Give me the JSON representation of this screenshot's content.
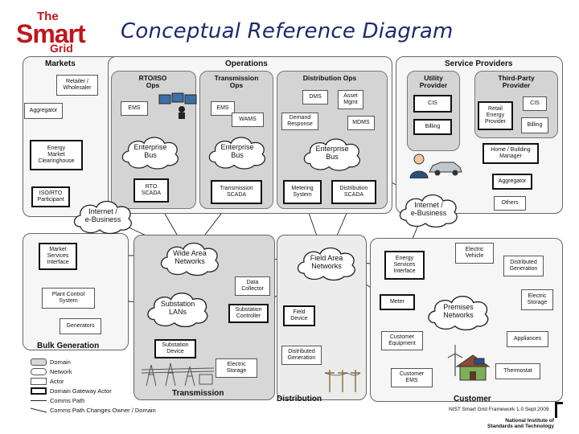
{
  "logo": {
    "the": "The",
    "smart": "Smart",
    "grid": "Grid"
  },
  "title": "Conceptual Reference Diagram",
  "domains": {
    "markets": "Markets",
    "operations": "Operations",
    "service_providers": "Service Providers",
    "bulk_generation": "Bulk Generation",
    "transmission": "Transmission",
    "distribution": "Distribution",
    "customer": "Customer"
  },
  "groups": {
    "rto_iso": "RTO/ISO\nOps",
    "transmission_ops": "Transmission\nOps",
    "distribution_ops": "Distribution Ops",
    "utility_provider": "Utility\nProvider",
    "third_party_provider": "Third-Party\nProvider"
  },
  "actors": {
    "retailer_wholesaler": "Retailer /\nWholesaler",
    "aggregator_markets": "Aggregator",
    "energy_market_clearinghouse": "Energy\nMarket\nClearinghouse",
    "iso_rto_participant": "ISO/RTO\nParticipant",
    "ems_rto": "EMS",
    "ems_transmission": "EMS",
    "wams": "WAMS",
    "dms": "DMS",
    "asset_mgmt": "Asset\nMgmt",
    "demand_response": "Demand\nResponse",
    "mdms": "MDMS",
    "rto_scada": "RTO\nSCADA",
    "transmission_scada": "Transmission\nSCADA",
    "metering_system": "Metering\nSystem",
    "distribution_scada": "Distribution\nSCADA",
    "cis_utility": "CIS",
    "billing_utility": "Billing",
    "retail_energy_provider": "Retail\nEnergy\nProvider",
    "cis_third_party": "CIS",
    "billing_third_party": "Billing",
    "home_building_manager": "Home / Building\nManager",
    "aggregator_sp": "Aggregator",
    "others": "Others",
    "market_services_interface": "Market\nServices\nInterface",
    "plant_control_system": "Plant Control\nSystem",
    "generators": "Generators",
    "data_collector": "Data\nCollector",
    "substation_controller": "Substation\nController",
    "field_device": "Field\nDevice",
    "substation_device": "Substation\nDevice",
    "electric_storage_transmission": "Electric\nStorage",
    "distributed_generation_dist": "Distributed\nGeneration",
    "energy_services_interface": "Energy\nServices\nInterface",
    "meter": "Meter",
    "customer_equipment": "Customer\nEquipment",
    "customer_ems": "Customer\nEMS",
    "electric_vehicle": "Electric\nVehicle",
    "distributed_generation_cust": "Distributed\nGeneration",
    "electric_storage_cust": "Electric\nStorage",
    "appliances": "Appliances",
    "thermostat": "Thermostat"
  },
  "networks": {
    "enterprise_bus_rto": "Enterprise\nBus",
    "enterprise_bus_transmission": "Enterprise\nBus",
    "enterprise_bus_distribution": "Enterprise\nBus",
    "internet_left": "Internet /\ne-Business",
    "internet_right": "Internet /\ne-Business",
    "wide_area_networks": "Wide Area\nNetworks",
    "field_area_networks": "Field Area\nNetworks",
    "substation_lans": "Substation\nLANs",
    "premises_networks": "Premises\nNetworks"
  },
  "legend": {
    "domain": "Domain",
    "network": "Network",
    "actor": "Actor",
    "gateway_actor": "Domain Gateway Actor",
    "comms_path": "Comms Path",
    "comms_path_changes": "Comms Path Changes Owner / Domain"
  },
  "footer": {
    "framework": "NIST Smart Grid Framework 1.0 Sept 2009",
    "nist": "National Institute of\nStandards and Technology"
  },
  "colors": {
    "logo_red": "#c0161b",
    "title_blue": "#1c2a6b",
    "domain_gray": "#d7d7d7"
  }
}
